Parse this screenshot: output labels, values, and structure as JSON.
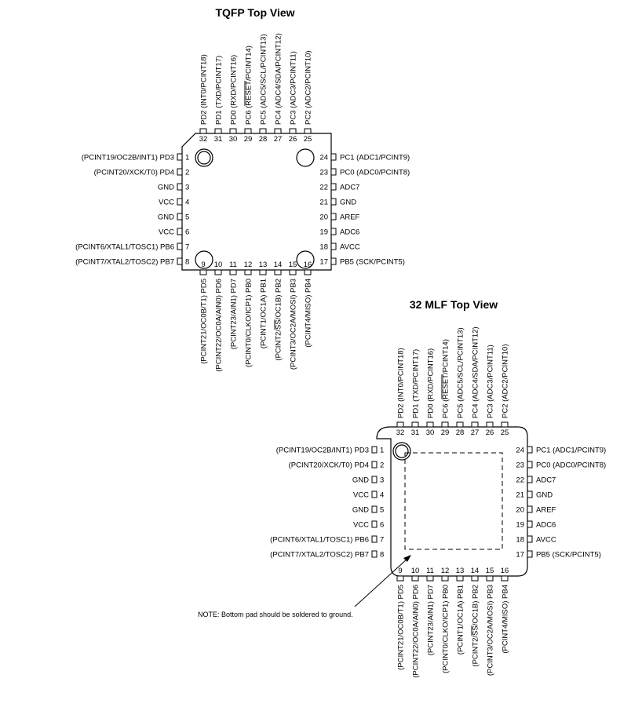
{
  "packages": [
    {
      "title": "TQFP Top View",
      "left_pins": [
        {
          "num": "1",
          "label": "(PCINT19/OC2B/INT1) PD3"
        },
        {
          "num": "2",
          "label": "(PCINT20/XCK/T0) PD4"
        },
        {
          "num": "3",
          "label": "GND"
        },
        {
          "num": "4",
          "label": "VCC"
        },
        {
          "num": "5",
          "label": "GND"
        },
        {
          "num": "6",
          "label": "VCC"
        },
        {
          "num": "7",
          "label": "(PCINT6/XTAL1/TOSC1) PB6"
        },
        {
          "num": "8",
          "label": "(PCINT7/XTAL2/TOSC2) PB7"
        }
      ],
      "right_pins": [
        {
          "num": "24",
          "label": "PC1 (ADC1/PCINT9)"
        },
        {
          "num": "23",
          "label": "PC0 (ADC0/PCINT8)"
        },
        {
          "num": "22",
          "label": "ADC7"
        },
        {
          "num": "21",
          "label": "GND"
        },
        {
          "num": "20",
          "label": "AREF"
        },
        {
          "num": "19",
          "label": "ADC6"
        },
        {
          "num": "18",
          "label": "AVCC"
        },
        {
          "num": "17",
          "label": "PB5 (SCK/PCINT5)"
        }
      ],
      "top_pins": [
        {
          "num": "32",
          "label": "PD2 (INT0/PCINT18)"
        },
        {
          "num": "31",
          "label": "PD1 (TXD/PCINT17)"
        },
        {
          "num": "30",
          "label": "PD0 (RXD/PCINT16)"
        },
        {
          "num": "29",
          "label": "PC6 (RESET/PCINT14)"
        },
        {
          "num": "28",
          "label": "PC5 (ADC5/SCL/PCINT13)"
        },
        {
          "num": "27",
          "label": "PC4 (ADC4/SDA/PCINT12)"
        },
        {
          "num": "26",
          "label": "PC3 (ADC3/PCINT11)"
        },
        {
          "num": "25",
          "label": "PC2 (ADC2/PCINT10)"
        }
      ],
      "bottom_pins": [
        {
          "num": "9",
          "label": "(PCINT21/OC0B/T1) PD5"
        },
        {
          "num": "10",
          "label": "(PCINT22/OC0A/AIN0) PD6"
        },
        {
          "num": "11",
          "label": "(PCINT23/AIN1) PD7"
        },
        {
          "num": "12",
          "label": "(PCINT0/CLKO/ICP1) PB0"
        },
        {
          "num": "13",
          "label": "(PCINT1/OC1A) PB1"
        },
        {
          "num": "14",
          "label": "(PCINT2/SS/OC1B) PB2"
        },
        {
          "num": "15",
          "label": "(PCINT3/OC2A/MOSI) PB3"
        },
        {
          "num": "16",
          "label": "(PCINT4/MISO) PB4"
        }
      ]
    },
    {
      "title": "32 MLF Top View",
      "left_pins": [
        {
          "num": "1",
          "label": "(PCINT19/OC2B/INT1) PD3"
        },
        {
          "num": "2",
          "label": "(PCINT20/XCK/T0) PD4"
        },
        {
          "num": "3",
          "label": "GND"
        },
        {
          "num": "4",
          "label": "VCC"
        },
        {
          "num": "5",
          "label": "GND"
        },
        {
          "num": "6",
          "label": "VCC"
        },
        {
          "num": "7",
          "label": "(PCINT6/XTAL1/TOSC1) PB6"
        },
        {
          "num": "8",
          "label": "(PCINT7/XTAL2/TOSC2) PB7"
        }
      ],
      "right_pins": [
        {
          "num": "24",
          "label": "PC1 (ADC1/PCINT9)"
        },
        {
          "num": "23",
          "label": "PC0 (ADC0/PCINT8)"
        },
        {
          "num": "22",
          "label": "ADC7"
        },
        {
          "num": "21",
          "label": "GND"
        },
        {
          "num": "20",
          "label": "AREF"
        },
        {
          "num": "19",
          "label": "ADC6"
        },
        {
          "num": "18",
          "label": "AVCC"
        },
        {
          "num": "17",
          "label": "PB5 (SCK/PCINT5)"
        }
      ],
      "top_pins": [
        {
          "num": "32",
          "label": "PD2 (INT0/PCINT18)"
        },
        {
          "num": "31",
          "label": "PD1 (TXD/PCINT17)"
        },
        {
          "num": "30",
          "label": "PD0 (RXD/PCINT16)"
        },
        {
          "num": "29",
          "label": "PC6 (RESET/PCINT14)"
        },
        {
          "num": "28",
          "label": "PC5 (ADC5/SCL/PCINT13)"
        },
        {
          "num": "27",
          "label": "PC4 (ADC4/SDA/PCINT12)"
        },
        {
          "num": "26",
          "label": "PC3 (ADC3/PCINT11)"
        },
        {
          "num": "25",
          "label": "PC2 (ADC2/PCINT10)"
        }
      ],
      "bottom_pins": [
        {
          "num": "9",
          "label": "(PCINT21/OC0B/T1) PD5"
        },
        {
          "num": "10",
          "label": "(PCINT22/OC0A/AIN0) PD6"
        },
        {
          "num": "11",
          "label": "(PCINT23/AIN1) PD7"
        },
        {
          "num": "12",
          "label": "(PCINT0/CLKO/ICP1) PB0"
        },
        {
          "num": "13",
          "label": "(PCINT1/OC1A) PB1"
        },
        {
          "num": "14",
          "label": "(PCINT2/SS/OC1B) PB2"
        },
        {
          "num": "15",
          "label": "(PCINT3/OC2A/MOSI) PB3"
        },
        {
          "num": "16",
          "label": "(PCINT4/MISO) PB4"
        }
      ],
      "note": "NOTE: Bottom pad should be soldered to ground."
    }
  ],
  "colors": {
    "ink": "#000000",
    "background": "#ffffff"
  }
}
